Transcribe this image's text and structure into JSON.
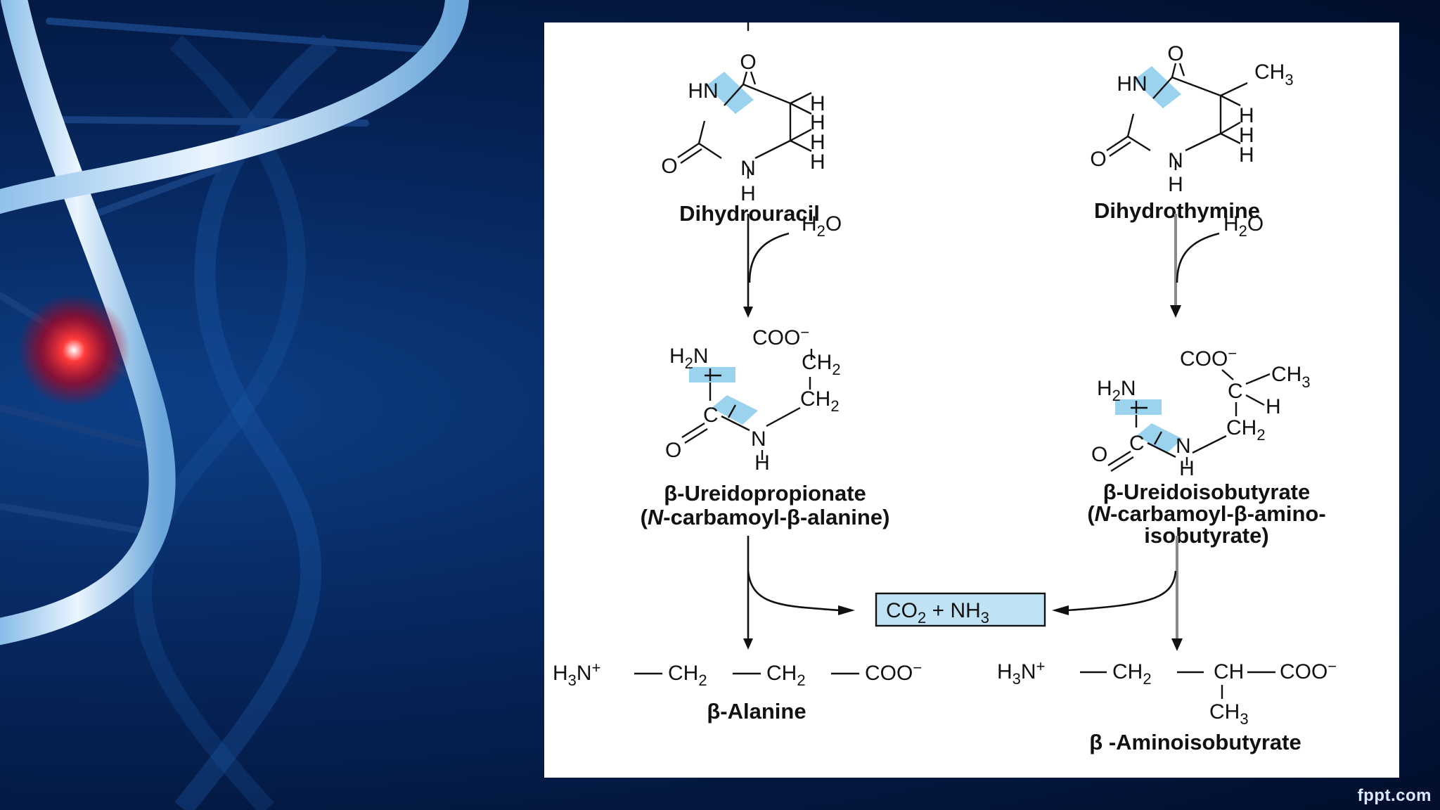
{
  "slide": {
    "brand": "fppt.com"
  },
  "diagram": {
    "dihydrouracil": {
      "name": "Dihydrouracil",
      "atoms": {
        "hn": "HN",
        "o_top": "O",
        "o_left": "O",
        "n": "N",
        "h_bottom": "H",
        "h1": "H",
        "h2": "H",
        "h3": "H",
        "h4": "H"
      }
    },
    "dihydrothymine": {
      "name": "Dihydrothymine",
      "atoms": {
        "hn": "HN",
        "o_top": "O",
        "o_left": "O",
        "n": "N",
        "h_bottom": "H",
        "ch3": "CH",
        "ch3_sub": "3",
        "h1": "H",
        "h2": "H",
        "h3": "H"
      }
    },
    "water_left": {
      "h": "H",
      "sub": "2",
      "o": "O"
    },
    "water_right": {
      "h": "H",
      "sub": "2",
      "o": "O"
    },
    "ureidopropionate": {
      "name": "β-Ureidopropionate",
      "alt_name_open": "(",
      "alt_name_n": "N",
      "alt_name_rest": "-carbamoyl-β-alanine)",
      "atoms": {
        "coo": "COO",
        "coo_charge": "−",
        "h2n_h": "H",
        "h2n_sub": "2",
        "h2n_n": "N",
        "ch2a": "CH",
        "ch2a_sub": "2",
        "ch2b": "CH",
        "ch2b_sub": "2",
        "c": "C",
        "o": "O",
        "n": "N",
        "h": "H"
      }
    },
    "ureidoisobutyrate": {
      "name": "β-Ureidoisobutyrate",
      "alt_line1_open": "(",
      "alt_line1_n": "N",
      "alt_line1_rest": "-carbamoyl-β-amino-",
      "alt_line2": "isobutyrate)",
      "atoms": {
        "coo": "COO",
        "coo_charge": "−",
        "h2n_h": "H",
        "h2n_sub": "2",
        "h2n_n": "N",
        "c_center": "C",
        "ch3": "CH",
        "ch3_sub": "3",
        "h": "H",
        "ch2": "CH",
        "ch2_sub": "2",
        "c": "C",
        "o": "O",
        "n": "N",
        "h_bottom": "H"
      }
    },
    "byproducts": {
      "co": "CO",
      "co_sub": "2",
      "plus": " + ",
      "nh": "NH",
      "nh_sub": "3"
    },
    "beta_alanine": {
      "name": "β-Alanine",
      "formula": {
        "h3n": "H",
        "h3n_sub": "3",
        "h3n_n": "N",
        "h3n_charge": "+",
        "ch2a": "CH",
        "ch2a_sub": "2",
        "ch2b": "CH",
        "ch2b_sub": "2",
        "coo": "COO",
        "coo_charge": "−"
      }
    },
    "beta_aminoisobutyrate": {
      "name": "β -Aminoisobutyrate",
      "formula": {
        "h3n": "H",
        "h3n_sub": "3",
        "h3n_n": "N",
        "h3n_charge": "+",
        "ch2": "CH",
        "ch2_sub": "2",
        "ch": "CH",
        "coo": "COO",
        "coo_charge": "−",
        "ch3": "CH",
        "ch3_sub": "3"
      }
    },
    "colors": {
      "highlight": "#9bd3ee",
      "ink": "#111111",
      "panel": "#ffffff"
    }
  }
}
